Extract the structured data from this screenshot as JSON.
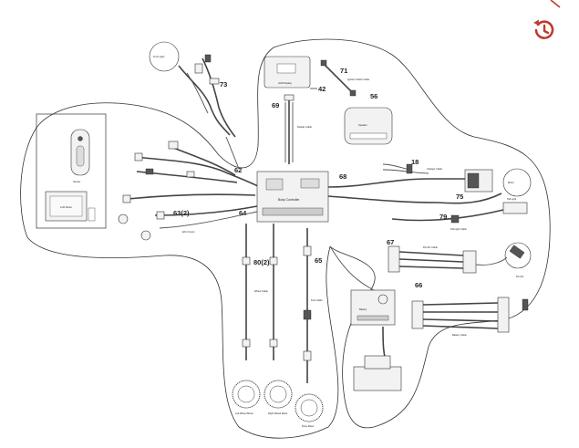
{
  "diagram": {
    "part_numbers": {
      "n73": "73",
      "n42": "42",
      "n69": "69",
      "n56": "56",
      "n71": "71",
      "n62": "62",
      "n18": "18",
      "n68": "68",
      "n75": "75",
      "n63": "63(2)",
      "n64": "64",
      "n79": "79",
      "n67": "67",
      "n80": "80(2)",
      "n65": "65",
      "n66": "66"
    },
    "labels": {
      "ecu": "Body Controller",
      "display_cable": "Display Cable",
      "hud": "HUD Display",
      "ignition_cable": "Ignition Switch Cable",
      "speaker": "Speaker",
      "charge_cable": "Charger Cable",
      "ecu_comm": "ECU Comm",
      "motor": "Motor",
      "rear_light": "Tail Light",
      "rear_light_cable": "Tail Light Cable",
      "dcdc": "DC-DC",
      "dcdc_cable": "DC-DC Cable",
      "battery_cable": "Battery Cable",
      "battery": "Battery",
      "wheel_left": "Left Wheel Motor",
      "wheel_right": "Right Wheel Motor",
      "wheel_mid": "Drive Motor",
      "wheel_cable": "Wheel Cable",
      "fork_cable": "Fork Cable",
      "front_light": "Front Light",
      "sensor": "Sensor",
      "lcd": "LCD Panel"
    }
  },
  "toolbar": {
    "history_icon": "history-icon"
  },
  "colors": {
    "accent": "#c0392b",
    "line": "#333333"
  }
}
